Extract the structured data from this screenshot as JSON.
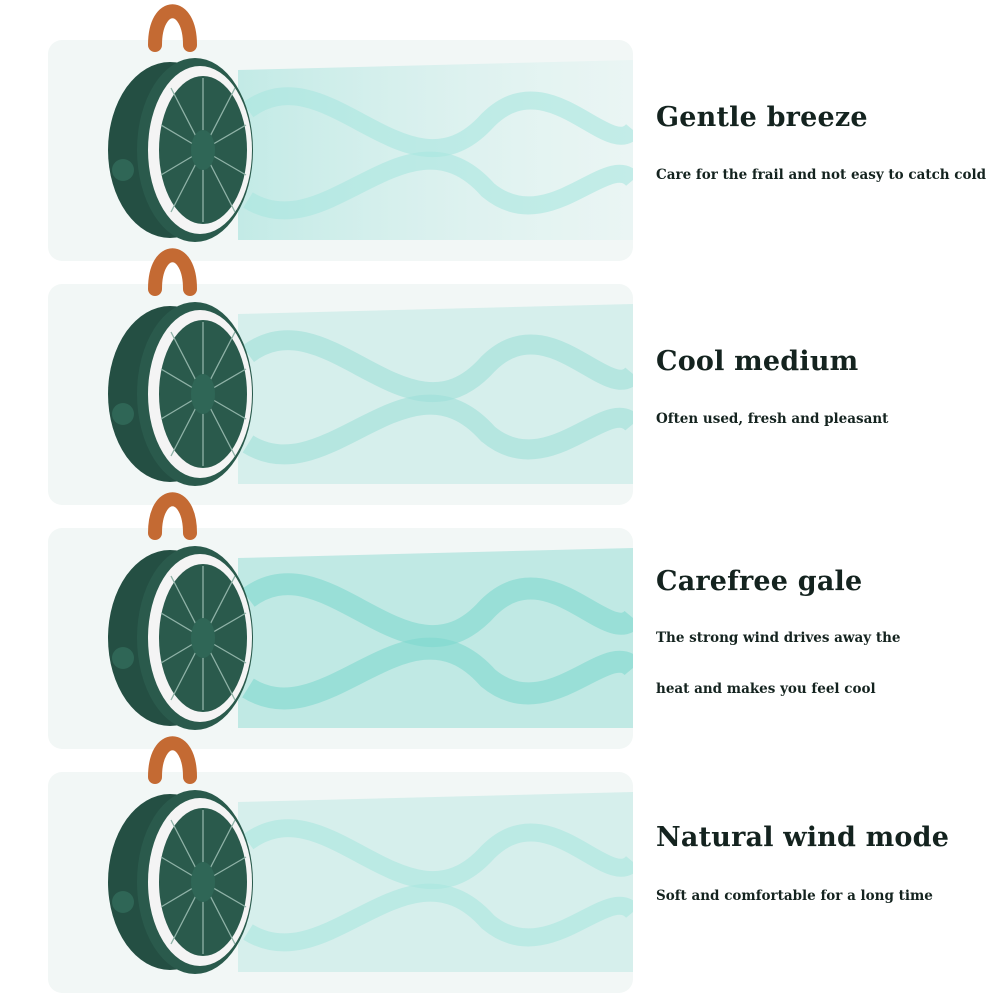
{
  "modes": [
    {
      "title": "Gentle breeze",
      "lines": [
        "Care for the frail and not easy to catch cold"
      ]
    },
    {
      "title": "Cool medium",
      "lines": [
        "Often used, fresh and pleasant"
      ]
    },
    {
      "title": "Carefree gale",
      "lines": [
        "The strong wind drives away the",
        "heat and makes you feel cool"
      ]
    },
    {
      "title": "Natural wind mode",
      "lines": [
        "Soft and comfortable for a long time"
      ]
    }
  ],
  "colors": {
    "fan_body": "#2a5a4c",
    "fan_ring": "#f4f4f4",
    "strap": "#c46a33",
    "airflow": "#7fd8cf",
    "panel": "#f2f7f6",
    "text": "#14231f"
  }
}
